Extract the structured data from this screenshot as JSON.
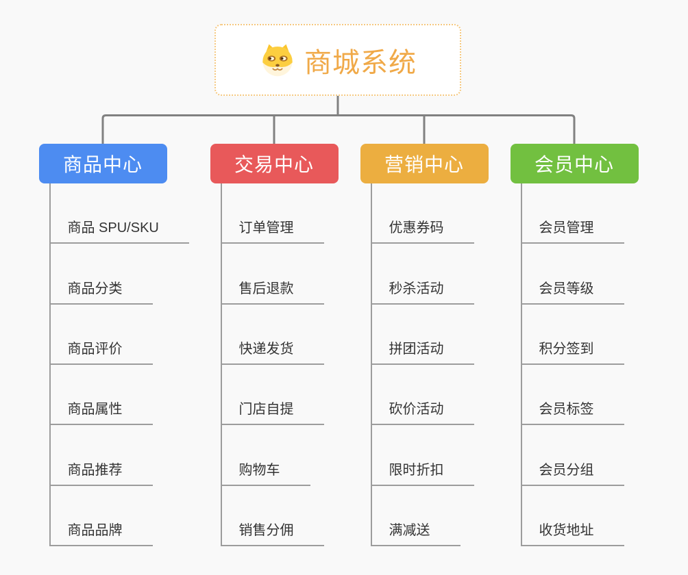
{
  "root": {
    "title": "商城系统",
    "icon": "shiba-dog-icon"
  },
  "branches": [
    {
      "id": "product-center",
      "label": "商品中心",
      "color": "#4d8cf1",
      "children": [
        "商品 SPU/SKU",
        "商品分类",
        "商品评价",
        "商品属性",
        "商品推荐",
        "商品品牌"
      ]
    },
    {
      "id": "trade-center",
      "label": "交易中心",
      "color": "#e8595a",
      "children": [
        "订单管理",
        "售后退款",
        "快递发货",
        "门店自提",
        "购物车",
        "销售分佣"
      ]
    },
    {
      "id": "marketing-center",
      "label": "营销中心",
      "color": "#ecae40",
      "children": [
        "优惠券码",
        "秒杀活动",
        "拼团活动",
        "砍价活动",
        "限时折扣",
        "满减送"
      ]
    },
    {
      "id": "member-center",
      "label": "会员中心",
      "color": "#72c040",
      "children": [
        "会员管理",
        "会员等级",
        "积分签到",
        "会员标签",
        "会员分组",
        "收货地址"
      ]
    }
  ],
  "palette": {
    "root_text": "#f0a948",
    "root_border": "#f5c87f",
    "tree_line": "#818181",
    "sub_line": "#9c9c9c",
    "item_text": "#333333",
    "background": "#f9f9f9"
  }
}
